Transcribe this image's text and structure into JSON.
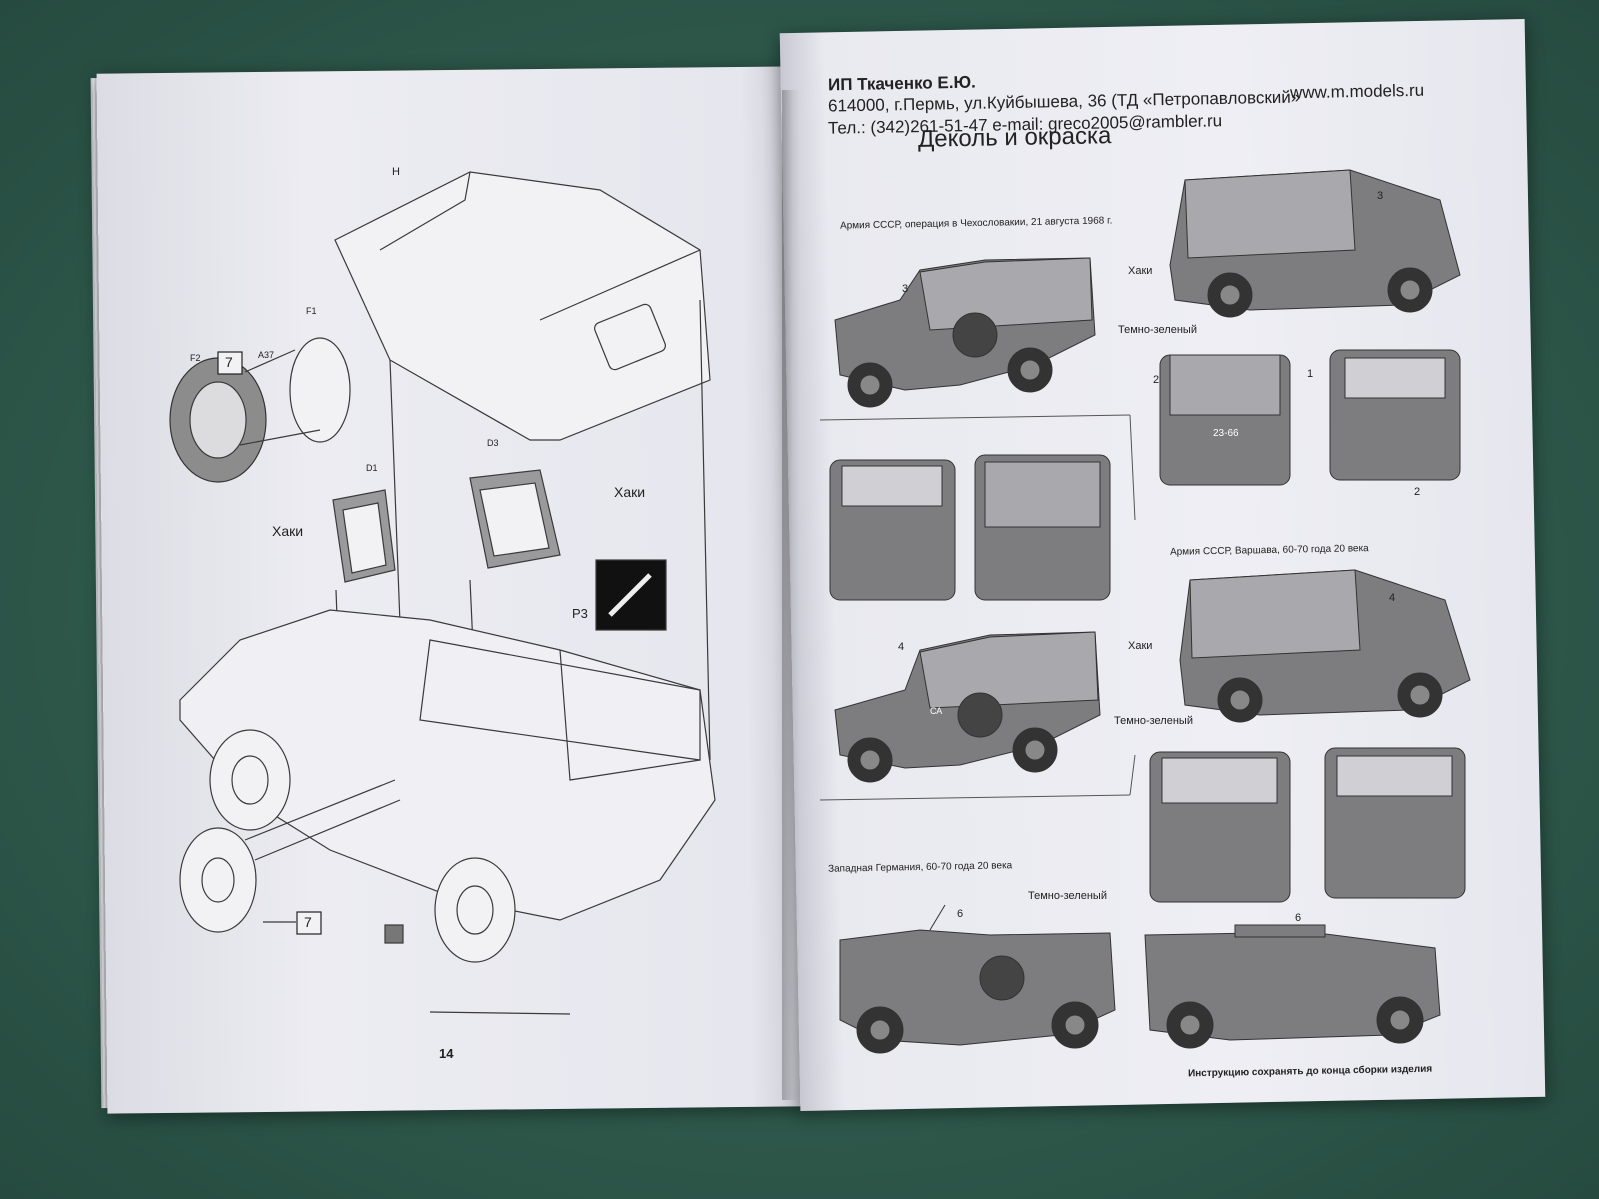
{
  "left_page": {
    "labels": {
      "part_h": "H",
      "part_f1": "F1",
      "part_f2": "F2",
      "part_a37": "A37",
      "part_d1": "D1",
      "part_d3": "D3",
      "part_p3": "P3",
      "step_ref_top": "7",
      "step_ref_bottom": "7",
      "color_khaki_1": "Хаки",
      "color_khaki_2": "Хаки"
    },
    "page_number": "14"
  },
  "right_page": {
    "header": {
      "company": "ИП Ткаченко Е.Ю.",
      "address": "614000, г.Пермь, ул.Куйбышева, 36 (ТД «Петропавловский»",
      "contacts": "Тел.: (342)261-51-47 e-mail: greco2005@rambler.ru",
      "website": "www.m.models.ru"
    },
    "section_title": "Деколь и окраска",
    "schemes": [
      {
        "caption": "Армия СССР, операция в Чехословакии, 21 августа 1968 г.",
        "label_khaki": "Хаки",
        "label_dark_green": "Темно-зеленый",
        "markers": [
          "3",
          "3",
          "2",
          "1",
          "2"
        ],
        "plate": "23-66"
      },
      {
        "caption": "Армия СССР, Варшава, 60-70 года 20 века",
        "label_khaki": "Хаки",
        "label_dark_green": "Темно-зеленый",
        "markers": [
          "4",
          "4"
        ],
        "emblem": "СА"
      },
      {
        "caption": "Западная Германия, 60-70 года 20 века",
        "label_dark_green": "Темно-зеленый",
        "markers": [
          "6",
          "6"
        ]
      }
    ],
    "footer_note": "Инструкцию сохранять до конца сборки изделия"
  },
  "colors": {
    "table": "#2f5a4c",
    "paper": "#e9e9ef",
    "vehicle_grey": "#7d7d80",
    "tarp_grey": "#a9a9ad",
    "line": "#333333"
  }
}
